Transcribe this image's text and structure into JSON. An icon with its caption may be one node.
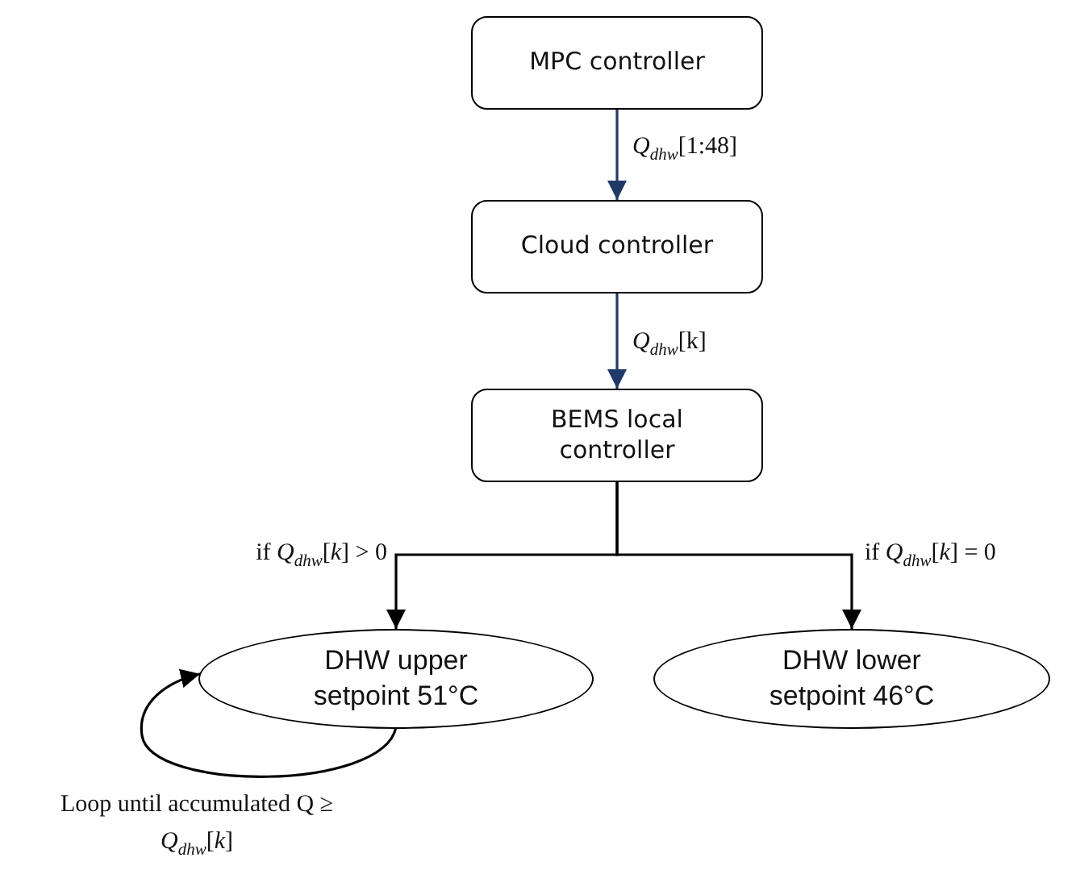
{
  "diagram": {
    "nodes": [
      {
        "text": [
          "MPC controller"
        ]
      },
      {
        "text": [
          "Cloud controller"
        ]
      },
      {
        "text": [
          "BEMS local controller"
        ]
      },
      {
        "text": [
          "DHW upper setpoint 51°C"
        ]
      },
      {
        "text": [
          "DHW lower setpoint 46°C"
        ]
      }
    ],
    "edges": [
      {
        "from": 0,
        "to": 1,
        "arrow": "to",
        "label": "*Q*$_{dhw}$[1:48]",
        "color": "#1f3a68"
      },
      {
        "from": 1,
        "to": 2,
        "arrow": "to",
        "label": "*Q*$_{dhw}$[k]",
        "color": "#1f3a68"
      },
      {
        "from": 2,
        "to": 3,
        "arrow": "to",
        "label": "if *Q*$_{dhw}$[*k*] > 0"
      },
      {
        "from": 2,
        "to": 4,
        "arrow": "to",
        "label": "if *Q*$_{dhw}$[*k*] = 0"
      },
      {
        "from": 3,
        "to": 3,
        "arrow": "to",
        "label": "Loop until accumulated Q ≥ *Q*$_{dhw}$[*k*]"
      }
    ]
  }
}
